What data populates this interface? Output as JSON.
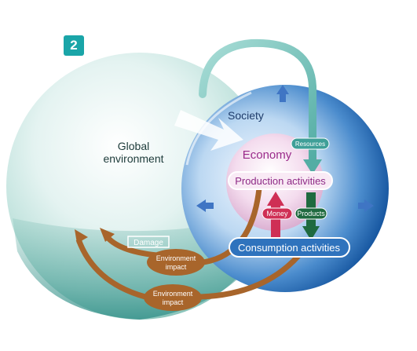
{
  "figure_number": "2",
  "labels": {
    "global_environment_line1": "Global",
    "global_environment_line2": "environment",
    "society": "Society",
    "economy": "Economy",
    "production": "Production activities",
    "consumption": "Consumption activities",
    "resources": "Resources",
    "money": "Money",
    "products": "Products",
    "damage": "Damage",
    "impact1_line1": "Environment",
    "impact1_line2": "impact",
    "impact2_line1": "Environment",
    "impact2_line2": "impact"
  },
  "colors": {
    "badge": "#1aa5a8",
    "global_sphere": "#bfe3df",
    "society_sphere": "#3d7fc4",
    "economy_text": "#9a2a8a",
    "resources_arrow": "#6fc1b9",
    "money_arrow": "#cf2f55",
    "products_arrow": "#1f6a3f",
    "impact_arrow": "#a8652b"
  }
}
